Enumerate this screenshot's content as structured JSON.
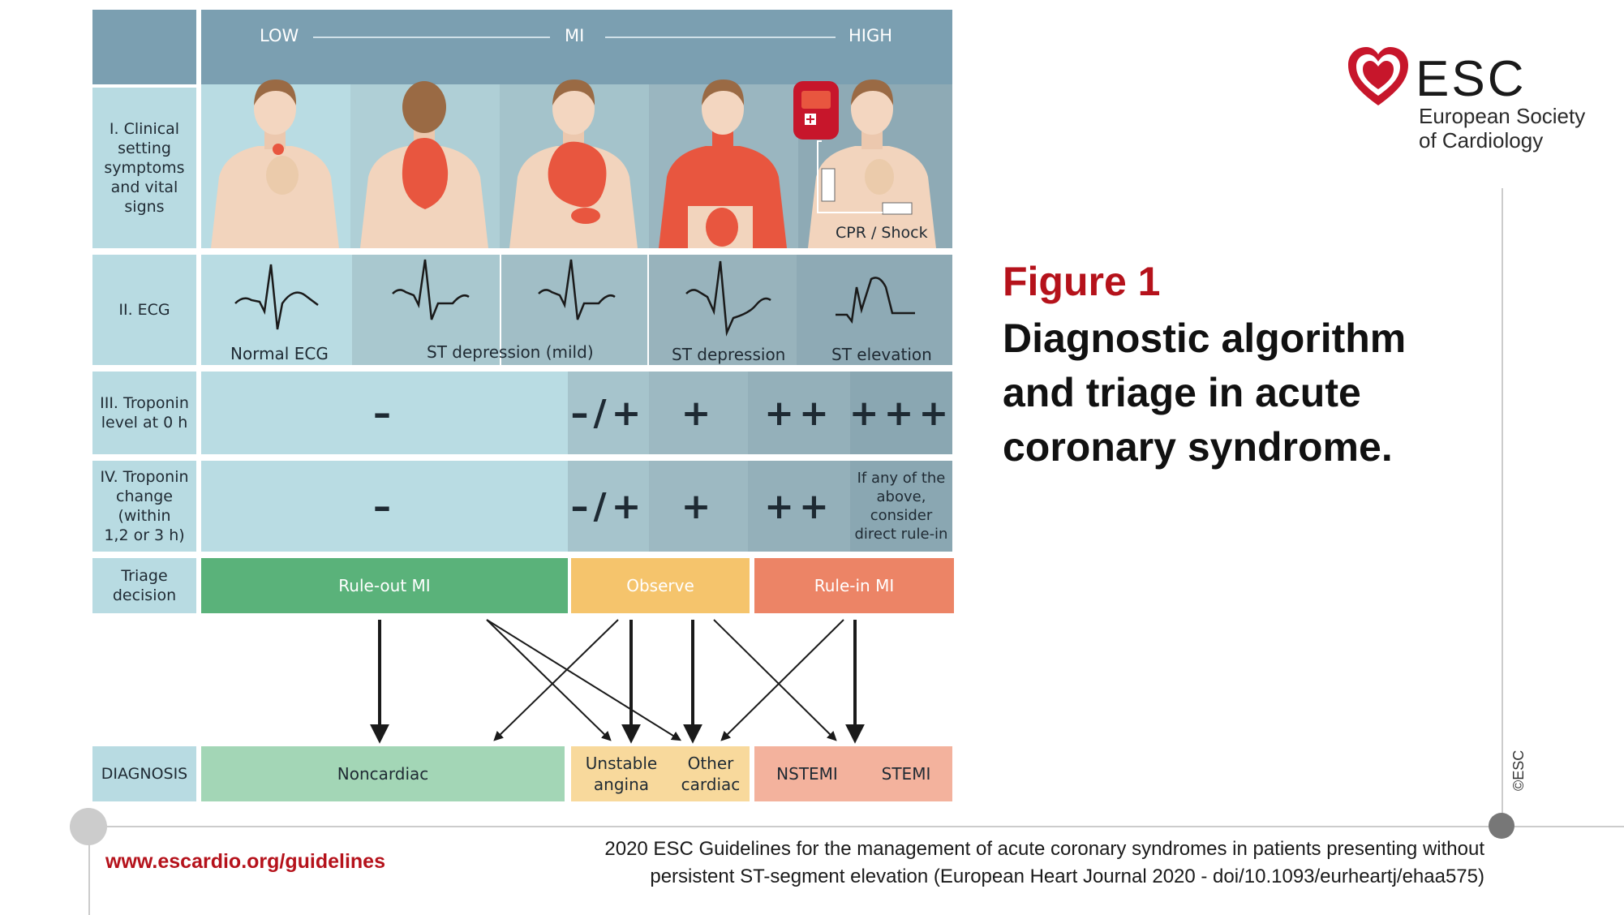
{
  "scale": {
    "low": "LOW",
    "mid": "MI",
    "high": "HIGH"
  },
  "rows": {
    "clinical": [
      "I. Clinical",
      "setting",
      "symptoms",
      "and vital signs"
    ],
    "ecg": "II. ECG",
    "troponin0": [
      "III. Troponin",
      "level at 0 h"
    ],
    "troponinChange": [
      "IV. Troponin",
      "change",
      "(within",
      "1,2 or 3 h)"
    ],
    "triage": [
      "Triage",
      "decision"
    ],
    "diagnosis": "DIAGNOSIS"
  },
  "cpr": "CPR / Shock",
  "ecg_labels": {
    "normal": "Normal ECG",
    "st_mild": "ST depression (mild)",
    "st_dep": "ST depression",
    "st_elev": "ST elevation"
  },
  "troponin0": {
    "neg": "–",
    "pm": "–/+",
    "p1": "+",
    "p2": "++",
    "p3": "+++"
  },
  "troponinChange": {
    "neg": "–",
    "pm": "–/+",
    "p1": "+",
    "p2": "++",
    "note": [
      "If any of the",
      "above,",
      "consider",
      "direct rule-in"
    ]
  },
  "triage": {
    "ruleout": "Rule-out MI",
    "observe": "Observe",
    "rulein": "Rule-in MI"
  },
  "diagnosis": {
    "noncardiac": "Noncardiac",
    "unstable": [
      "Unstable",
      "angina"
    ],
    "other": [
      "Other",
      "cardiac"
    ],
    "nstemi": "NSTEMI",
    "stemi": "STEMI"
  },
  "figure": {
    "number": "Figure 1",
    "title": [
      "Diagnostic algorithm",
      "and triage in acute",
      "coronary syndrome."
    ]
  },
  "logo": {
    "abbr": "ESC",
    "name": [
      "European Society",
      "of Cardiology"
    ]
  },
  "website": "www.escardio.org/guidelines",
  "citation": [
    "2020 ESC Guidelines for the management of acute coronary syndromes in patients presenting without",
    "persistent ST-segment elevation (European Heart Journal 2020 - doi/10.1093/eurheartj/ehaa575)"
  ],
  "copyright": "©ESC",
  "colors": {
    "rowlabel": "#b8dbe2",
    "header": "#7b9fb1",
    "ruleout": "#5ab27a",
    "observe": "#f5c46c",
    "rulein": "#ec8466",
    "noncardiac": "#a3d6b6",
    "observe_light": "#f8d99c",
    "rulein_light": "#f3b29d",
    "brand_red": "#b5121b"
  }
}
